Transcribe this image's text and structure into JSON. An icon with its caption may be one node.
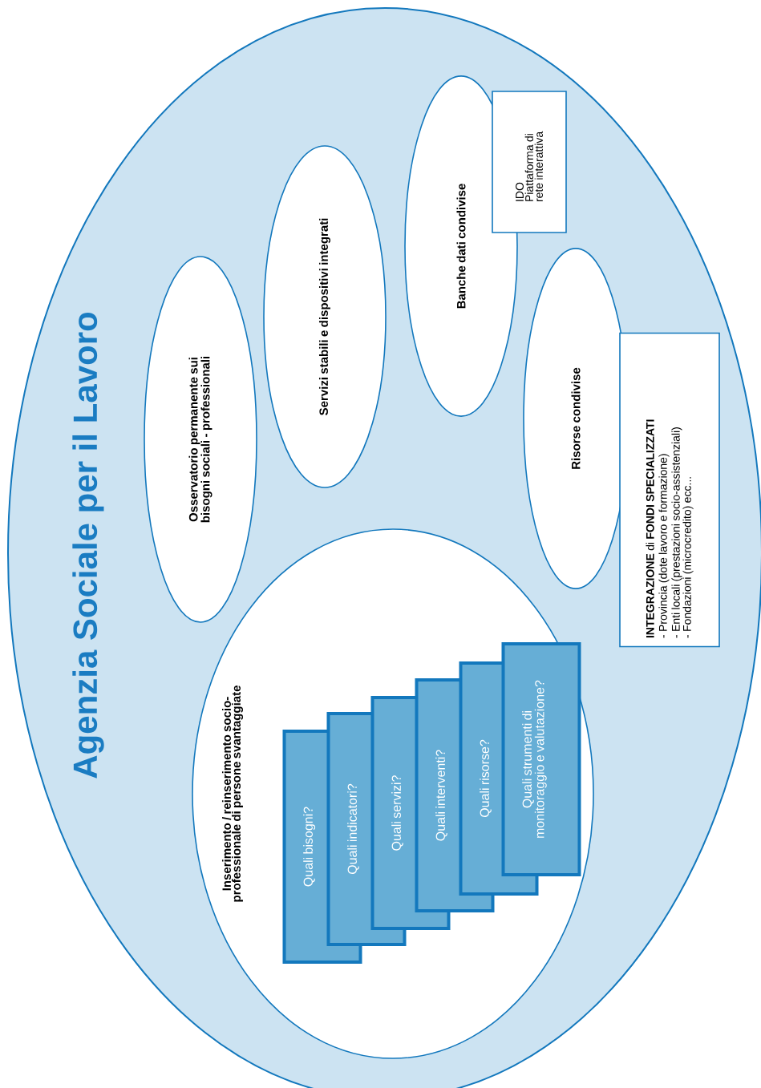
{
  "diagram": {
    "nodes": [
      {
        "text": [
          "Agenzia Sociale per il Lavoro"
        ]
      },
      {
        "text": [
          "Osservatorio permanente sui bisogni sociali - professionali"
        ],
        "in": 0
      },
      {
        "text": [
          "Servizi stabili e dispositivi integrati"
        ],
        "in": 0
      },
      {
        "text": [
          "Banche dati condivise"
        ],
        "in": 0
      },
      {
        "text": [
          "IDO",
          "Piattaforma di rete interattiva"
        ],
        "in": 0
      },
      {
        "text": [
          "Risorse condivise"
        ],
        "in": 0
      },
      {
        "text": [
          "**INTEGRAZIONE** di **FONDI SPECIALIZZATI**",
          "- Provincia (dote lavoro e formazione)",
          "- Enti locali (prestazioni socio-assistenziali)",
          "- Fondazioni (microcredito) ecc..."
        ],
        "in": 0
      },
      {
        "text": [
          "Inserimento / reinserimento socio-professionale di persone svantaggiate"
        ],
        "in": 0
      },
      {
        "text": [
          "Quali bisogni?"
        ],
        "in": 7
      },
      {
        "text": [
          "Quali indicatori?"
        ],
        "in": 7
      },
      {
        "text": [
          "Quali servizi?"
        ],
        "in": 7
      },
      {
        "text": [
          "Quali interventi?"
        ],
        "in": 7
      },
      {
        "text": [
          "Quali risorse?"
        ],
        "in": 7
      },
      {
        "text": [
          "Quali strumenti di monitoraggio e valutazione?"
        ],
        "in": 7
      }
    ]
  }
}
